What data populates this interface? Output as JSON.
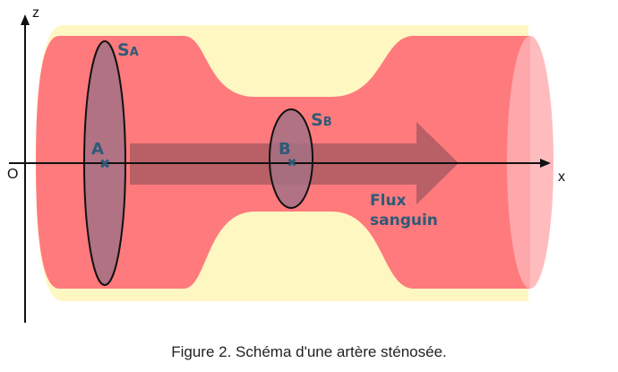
{
  "diagram": {
    "section_a": {
      "letter": "S",
      "sub": "A"
    },
    "section_b": {
      "letter": "S",
      "sub": "B"
    },
    "point_a": "A",
    "point_b": "B",
    "origin": "O",
    "x_axis": "x",
    "z_axis": "z",
    "flow_line1": "Flux",
    "flow_line2": "sanguin"
  },
  "caption": "Figure 2. Schéma d'une artère sténosée.",
  "colors": {
    "artery_wall": "#fff7c2",
    "blood": "#ff7a7d",
    "flow_arrow": "#a2575f",
    "section": "#a37184",
    "label": "#2e5a78"
  }
}
